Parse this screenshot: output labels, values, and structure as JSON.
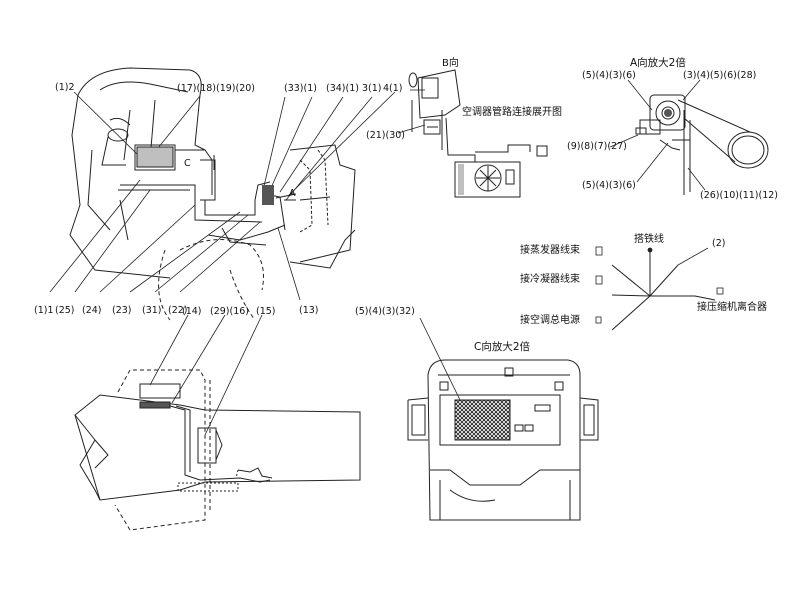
{
  "colors": {
    "line": "#222222",
    "fill_dark": "#555555",
    "fill_mid": "#bfbfbf"
  },
  "labels": {
    "top_left_12": "(1)2",
    "top_17_18_19_20": "(17)(18)(19)(20)",
    "top_33_1": "(33)(1)",
    "top_34_1_3_1": "(34)(1) 3(1)",
    "top_4_1": "4(1)",
    "b_view": "B向",
    "ac_pipe_title": "空调器管路连接展开图",
    "label_21_30": "(21)(30)",
    "a_view_title": "A向放大2倍",
    "a_5_4_3_6_top": "(5)(4)(3)(6)",
    "a_3_4_5_6_28": "(3)(4)(5)(6)(28)",
    "a_9_8_7_27": "(9)(8)(7)(27)",
    "a_5_4_3_6_bottom": "(5)(4)(3)(6)",
    "a_26_10_11_12": "(26)(10)(11)(12)",
    "bottom_1_1": "(1)1",
    "bottom_25": "(25)",
    "bottom_24": "(24)",
    "bottom_23": "(23)",
    "bottom_31": "(31)",
    "bottom_22": "(22)",
    "bottom_13": "(13)",
    "mark_c": "C",
    "mark_a": "A",
    "wire_ground": "搭铁线",
    "wire_2": "(2)",
    "wire_evaporator": "接蒸发器线束",
    "wire_condenser": "接冷凝器线束",
    "wire_power": "接空调总电源",
    "wire_clutch": "接压缩机离合器",
    "lower_14": "(14)",
    "lower_29_16": "(29)(16)",
    "lower_15": "(15)",
    "c_5_4_3_32": "(5)(4)(3)(32)",
    "c_view_title": "C向放大2倍"
  }
}
